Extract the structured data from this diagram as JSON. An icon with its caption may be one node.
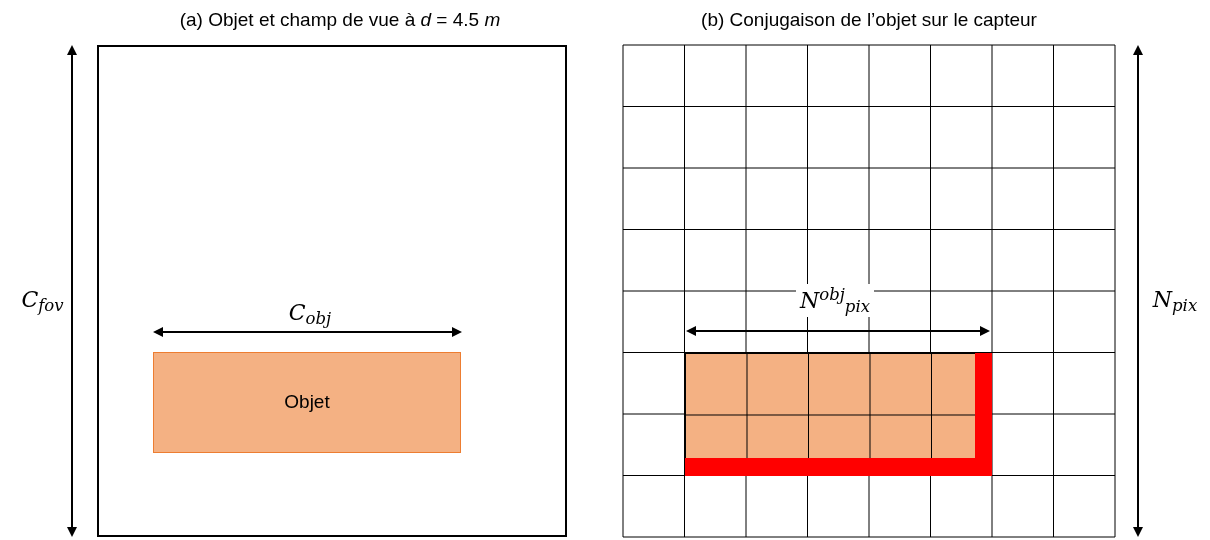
{
  "diagram": {
    "nodes": [
      {
        "text": [],
        "shape": "box"
      },
      {
        "text": [
          "Objet"
        ],
        "in": 0
      },
      {
        "text": [],
        "shape": "box"
      }
    ],
    "labels": [
      "(a) Objet et champ de vue à *d* = 4.5 *m*",
      "(b) Conjugaison de l’objet sur le capteur",
      "C$_{fov}$",
      "C$_{obj}$",
      "N$^{obj}$$_{pix}$",
      "N$_{pix}$"
    ]
  }
}
